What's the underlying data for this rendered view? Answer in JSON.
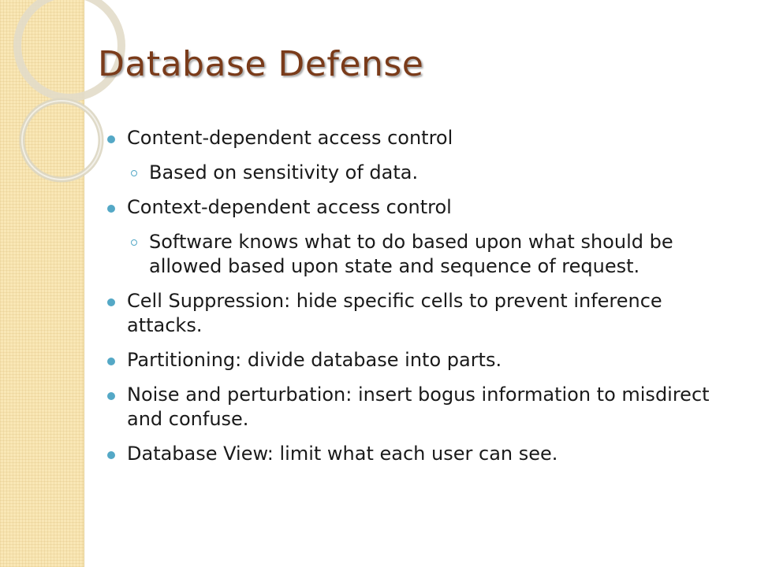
{
  "slide": {
    "title": "Database Defense",
    "bullets": [
      {
        "level": 1,
        "text": "Content-dependent access control"
      },
      {
        "level": 2,
        "text": "Based on sensitivity of data."
      },
      {
        "level": 1,
        "text": "Context-dependent access control"
      },
      {
        "level": 2,
        "text": "Software knows what to do based upon what should be allowed based upon state and sequence of request."
      },
      {
        "level": 1,
        "text": "Cell Suppression: hide specific cells to prevent inference attacks."
      },
      {
        "level": 1,
        "text": "Partitioning: divide database into parts."
      },
      {
        "level": 1,
        "text": "Noise and perturbation: insert bogus information to misdirect and confuse."
      },
      {
        "level": 1,
        "text": "Database View: limit what each user can see."
      }
    ]
  },
  "colors": {
    "title": "#7a3b1a",
    "bullet_marker": "#54a8c6",
    "side_band": "#f9e7b6"
  }
}
